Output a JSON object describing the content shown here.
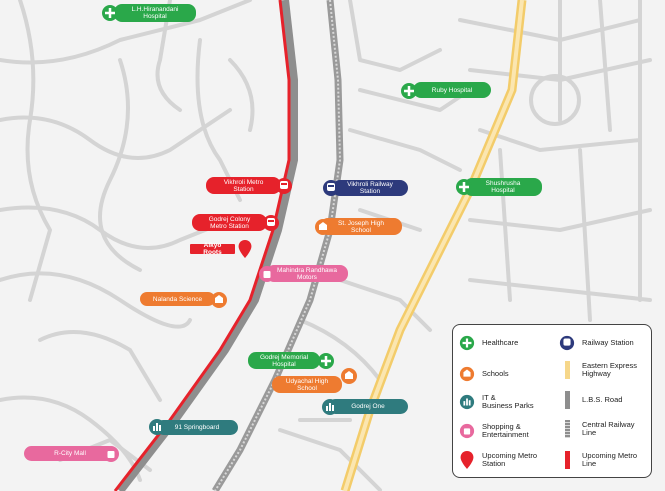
{
  "colors": {
    "healthcare": "#2aa84a",
    "schools": "#ee7b30",
    "it": "#2f7b7e",
    "shopping": "#e8699e",
    "metro": "#e6222b",
    "railway": "#2d3a7c",
    "highway": "#f6d78a",
    "lbs": "#8e8e8e",
    "rail_line": "#8e8e8e"
  },
  "places": {
    "lh_hospital": {
      "label": "L.H.Hiranandani\nHospital",
      "icon": "healthcare-icon"
    },
    "ruby": {
      "label": "Ruby Hospital",
      "icon": "healthcare-icon"
    },
    "vikhroli_metro": {
      "label": "Vikhroli Metro\nStation",
      "icon": "metro-icon"
    },
    "vikhroli_rail": {
      "label": "Vikhroli Railway\nStation",
      "icon": "railway-icon"
    },
    "shushrusha": {
      "label": "Shushrusha\nHospital",
      "icon": "healthcare-icon"
    },
    "godrej_colony": {
      "label": "Godrej Colony\nMetro Station",
      "icon": "metro-icon"
    },
    "st_joseph": {
      "label": "St. Joseph High\nSchool",
      "icon": "school-icon"
    },
    "alkyo": {
      "label": "Alkyo Roots",
      "icon": "location-pin-icon"
    },
    "mahindra": {
      "label": "Mahindra Randhawa\nMotors",
      "icon": "shopping-icon"
    },
    "nalanda": {
      "label": "Nalanda Science",
      "icon": "school-icon"
    },
    "godrej_memorial": {
      "label": "Godrej Memorial\nHospital",
      "icon": "healthcare-icon"
    },
    "udyachal": {
      "label": "Udyachal High\nSchool",
      "icon": "school-icon"
    },
    "godrej_one": {
      "label": "Godrej One",
      "icon": "it-park-icon"
    },
    "springboard": {
      "label": "91 Springboard",
      "icon": "it-park-icon"
    },
    "rcity": {
      "label": "R-City Mall",
      "icon": "shopping-icon"
    }
  },
  "legend": {
    "healthcare": "Healthcare",
    "railway": "Railway Station",
    "schools": "Schools",
    "highway": "Eastern Express\nHighway",
    "it": "IT &\nBusiness Parks",
    "lbs": "L.B.S. Road",
    "shopping": "Shopping &\nEntertainment",
    "rail_line": "Central Railway\nLine",
    "metro": "Upcoming Metro\nStation",
    "metro_line": "Upcoming Metro\nLine"
  }
}
